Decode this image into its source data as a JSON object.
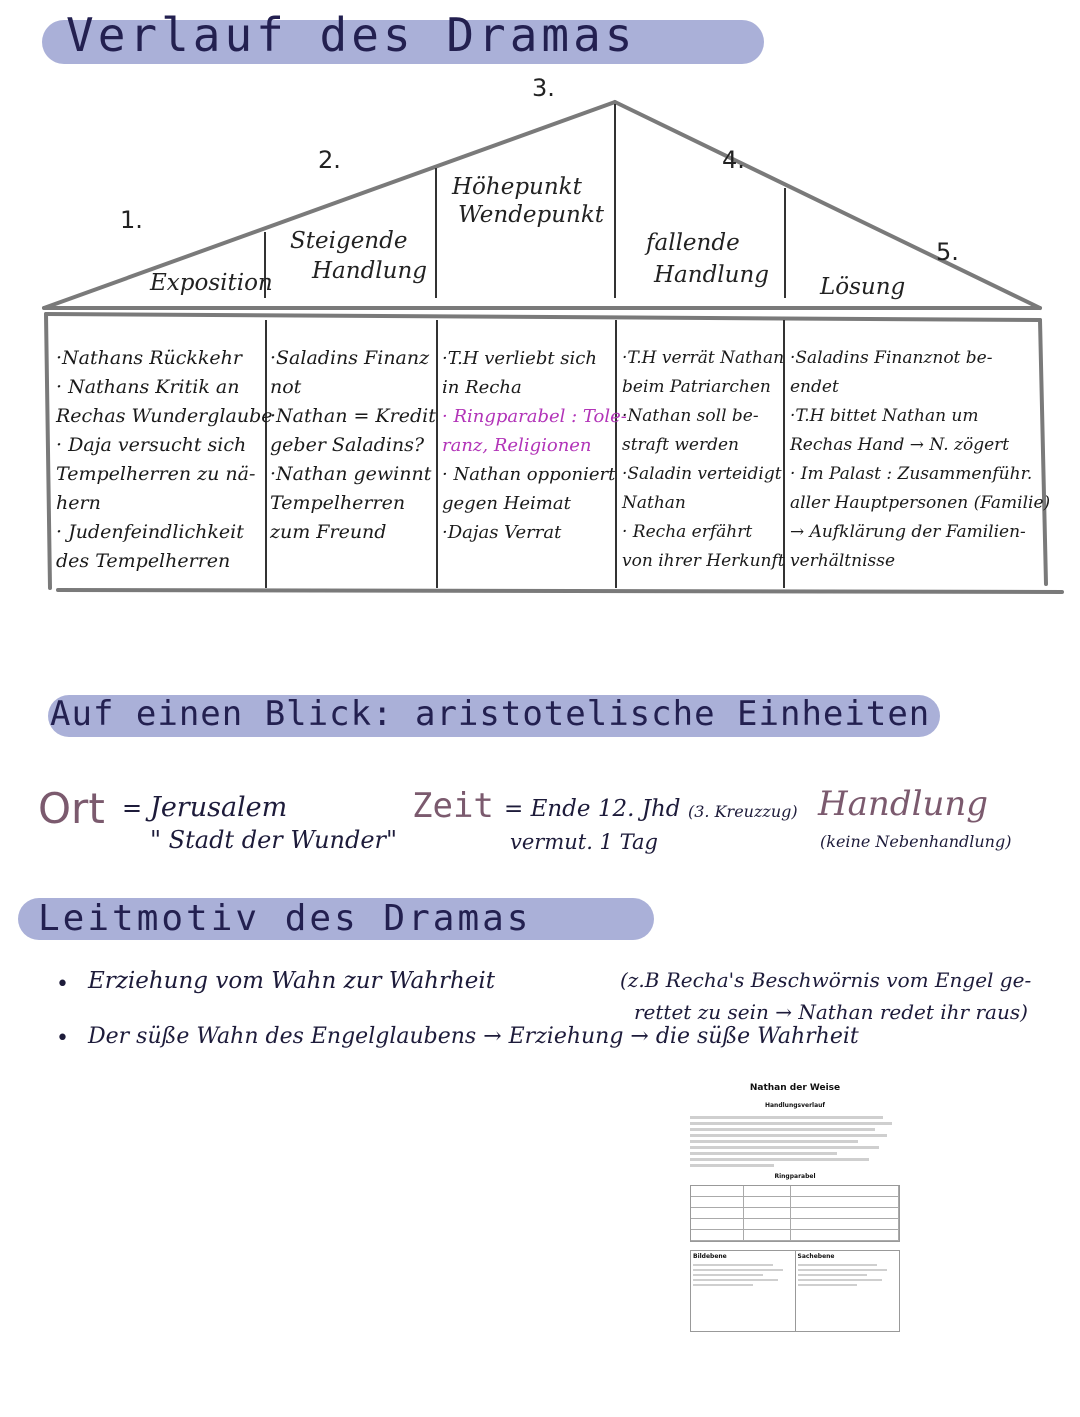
{
  "drama": {
    "title": "Verlauf des Dramas",
    "numbers": [
      "1.",
      "2.",
      "3.",
      "4.",
      "5."
    ],
    "stages": {
      "exposition": "Exposition",
      "steigende_1": "Steigende",
      "steigende_2": "Handlung",
      "hoehe_1": "Höhepunkt",
      "hoehe_2": "Wendepunkt",
      "fallende_1": "fallende",
      "fallende_2": "Handlung",
      "loesung": "Lösung"
    },
    "col1": [
      "·Nathans Rückkehr",
      "· Nathans Kritik an",
      "Rechas Wunderglaube",
      "· Daja versucht sich",
      "Tempelherren zu nä-",
      "hern",
      "· Judenfeindlichkeit",
      "des Tempelherren"
    ],
    "col2": [
      "·Saladins Finanz",
      "not",
      "·Nathan = Kredit",
      "geber Saladins?",
      "·Nathan gewinnt",
      "Tempelherren",
      "zum Freund"
    ],
    "col3": [
      "·T.H verliebt sich",
      "in Recha",
      "· Ringparabel : Tole-",
      "ranz, Religionen",
      "· Nathan opponiert",
      "gegen Heimat",
      "·Dajas Verrat"
    ],
    "col4": [
      "·T.H verrät Nathan",
      "beim Patriarchen",
      "·Nathan soll be-",
      "straft werden",
      "·Saladin verteidigt",
      "Nathan",
      "· Recha erfährt",
      "von ihrer Herkunft"
    ],
    "col5": [
      "·Saladins Finanznot be-",
      "endet",
      "·T.H bittet Nathan um",
      "Rechas Hand → N. zögert",
      "· Im Palast : Zusammenführ.",
      "aller Hauptpersonen (Familie)",
      "→ Aufklärung der Familien-",
      "verhältnisse"
    ]
  },
  "einheiten": {
    "title": "Auf einen Blick: aristotelische Einheiten",
    "ort_label": "Ort",
    "ort_eq": "=",
    "ort_value": "Jerusalem",
    "ort_sub": "\" Stadt der Wunder\"",
    "zeit_label": "Zeit",
    "zeit_value": "= Ende 12. Jhd",
    "zeit_note": "(3. Kreuzzug)",
    "zeit_sub": "vermut. 1 Tag",
    "handlung_label": "Handlung",
    "handlung_sub": "(keine Nebenhandlung)"
  },
  "leitmotiv": {
    "title": "Leitmotiv des Dramas",
    "b1": "Erziehung vom Wahn zur Wahrheit",
    "note_1": "(z.B Recha's Beschwörnis vom Engel ge-",
    "note_2": "rettet zu sein → Nathan redet ihr raus)",
    "b2": "Der süße Wahn des Engelglaubens → Erziehung → die süße Wahrheit"
  },
  "thumbnail": {
    "title": "Nathan der Weise",
    "subtitle": "Handlungsverlauf",
    "section": "Ringparabel",
    "left_head": "Bildebene",
    "right_head": "Sachebene"
  },
  "colors": {
    "band": "#aab0d8",
    "ink": "#1d1b3a",
    "magenta": "#b234b8",
    "mauve": "#7b5a6e"
  }
}
